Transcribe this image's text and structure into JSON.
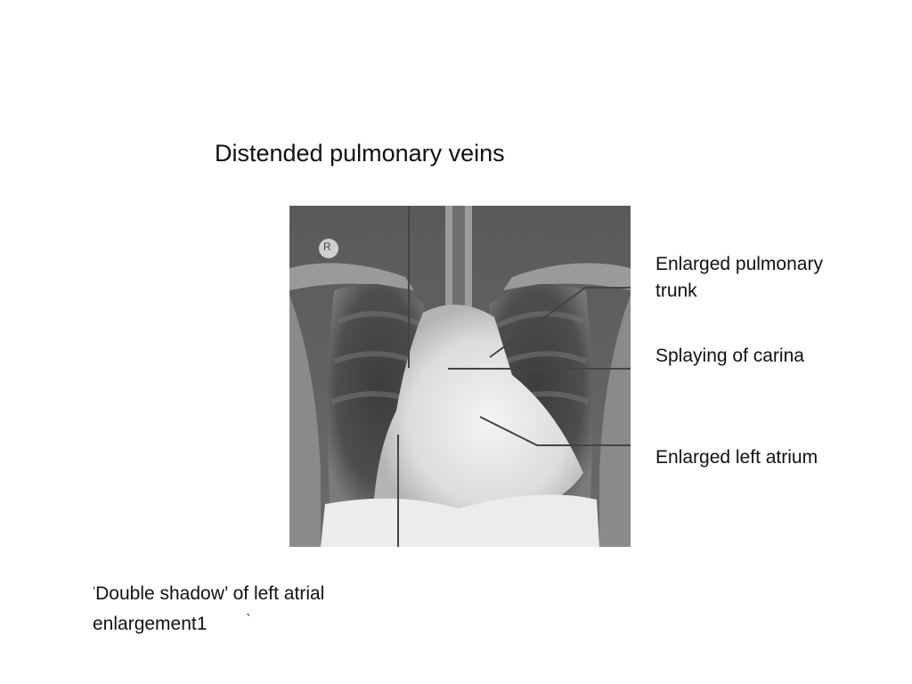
{
  "title": "Distended pulmonary veins",
  "labels": {
    "pulmonary_trunk": "Enlarged pulmonary\ntrunk",
    "carina": "Splaying of carina",
    "left_atrium": "Enlarged left atrium"
  },
  "double_shadow": {
    "open_quote": "‘",
    "line1": "Double shadow’ of left atrial",
    "line2": "enlargement1",
    "tick": "`"
  },
  "xray_marker": "R"
}
